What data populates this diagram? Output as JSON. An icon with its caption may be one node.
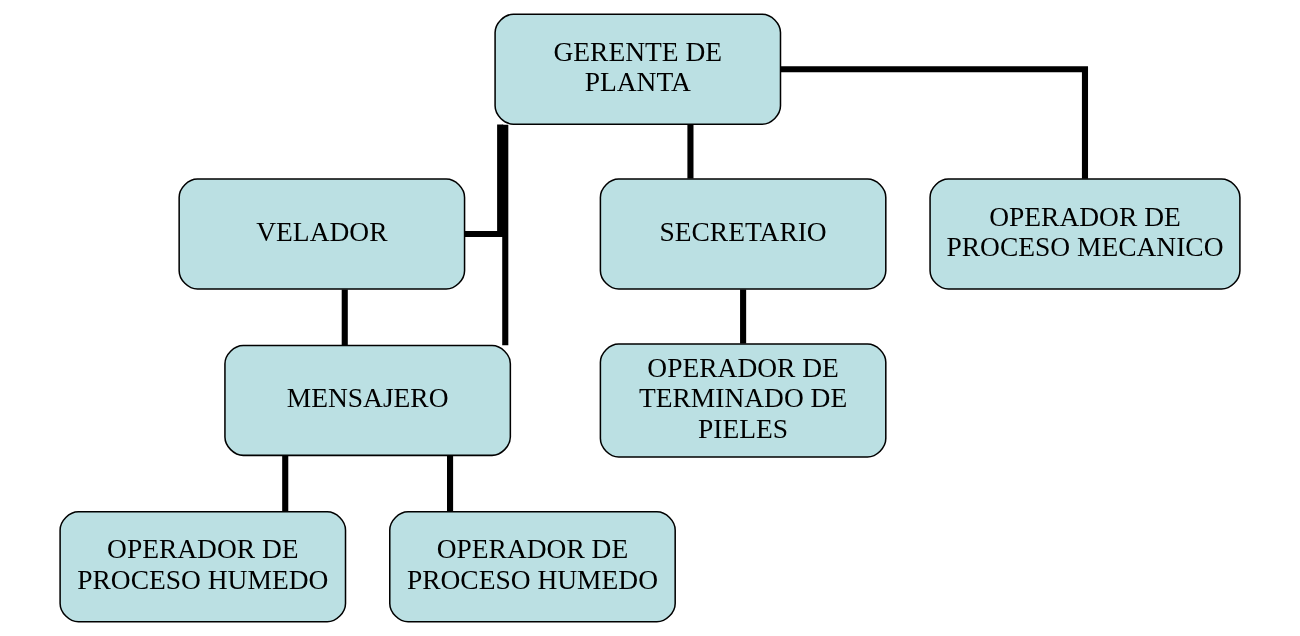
{
  "diagram": {
    "nodes": [
      {
        "text": [
          "GERENTE DE PLANTA"
        ]
      },
      {
        "text": [
          "VELADOR"
        ]
      },
      {
        "text": [
          "SECRETARIO"
        ]
      },
      {
        "text": [
          "MENSAJERO"
        ]
      },
      {
        "text": [
          "OPERADOR DE PROCESO HUMEDO"
        ]
      },
      {
        "text": [
          "OPERADOR DE PROCESO HUMEDO"
        ]
      },
      {
        "text": [
          "OPERADOR DE PROCESO MECANICO"
        ]
      },
      {
        "text": [
          "OPERADOR DE TERMINADO DE PIELES"
        ]
      }
    ],
    "edges": [
      {
        "from": 0,
        "to": 1,
        "arrow": "none"
      },
      {
        "from": 0,
        "to": 2,
        "arrow": "none"
      },
      {
        "from": 0,
        "to": 3,
        "arrow": "none"
      },
      {
        "from": 0,
        "to": 6,
        "arrow": "none"
      },
      {
        "from": 1,
        "to": 3,
        "arrow": "none"
      },
      {
        "from": 3,
        "to": 4,
        "arrow": "none"
      },
      {
        "from": 3,
        "to": 5,
        "arrow": "none"
      },
      {
        "from": 2,
        "to": 7,
        "arrow": "none"
      }
    ]
  }
}
